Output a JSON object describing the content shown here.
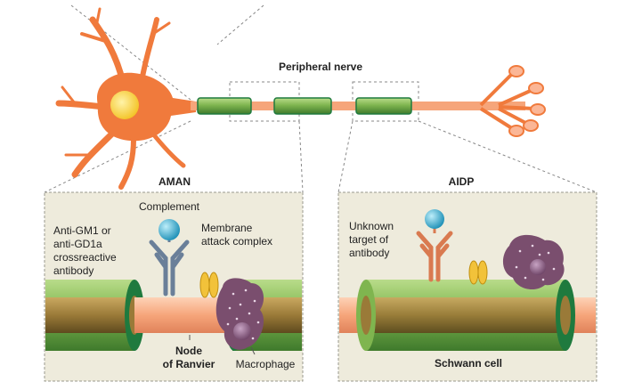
{
  "title": "Peripheral nerve",
  "panels": {
    "left": {
      "title": "AMAN",
      "complement": "Complement",
      "antibody": [
        "Anti-GM1 or",
        "anti-GD1a",
        "crossreactive",
        "antibody"
      ],
      "mac": [
        "Membrane",
        "attack complex"
      ],
      "node": [
        "Node",
        "of Ranvier"
      ],
      "macrophage": "Macrophage"
    },
    "right": {
      "title": "AIDP",
      "target": [
        "Unknown",
        "target of",
        "antibody"
      ],
      "schwann": "Schwann cell"
    }
  },
  "colors": {
    "neuron": "#f07a3c",
    "nucleus": "#ffd94a",
    "myelin_light": "#8bbf5a",
    "myelin_dark": "#4f8a34",
    "myelin_edge": "#1f7a3e",
    "axon": "#f6a57a",
    "axon_core": "#8a6a2c",
    "panel_bg": "#eeebdc",
    "antibody_left": "#6a7f99",
    "antibody_right": "#d97a50",
    "complement": "#33aacc",
    "mac": "#f2c23a",
    "macrophage": "#7a4e6e"
  }
}
